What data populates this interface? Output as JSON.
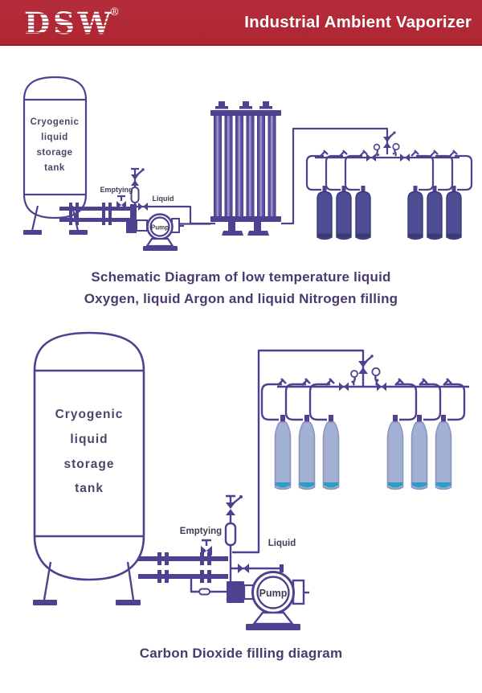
{
  "header": {
    "logo_text": "DSW",
    "registered_mark": "®",
    "title": "Industrial Ambient Vaporizer",
    "bg_color": "#b02633",
    "text_color": "#ffffff"
  },
  "colors": {
    "diagram_line": "#4f4090",
    "tank_text": "#4b4569",
    "label_text": "#3e3d52",
    "caption_text": "#4a3a70",
    "cylinder_dark_fill": "#4e4d93",
    "cylinder_dark_bottom": "#3a3a73",
    "cylinder_light_fill": "#a2b0d3",
    "cylinder_light_bottom": "#2f9cc6",
    "vaporizer_fin": "#5d4f9e"
  },
  "diagram1": {
    "tank_label_lines": [
      "Cryogenic",
      "liquid",
      "storage",
      "tank"
    ],
    "emptying_label": "Emptying",
    "liquid_label": "Liquid",
    "pump_label": "Pump",
    "caption_line1": "Schematic Diagram of low temperature liquid",
    "caption_line2": "Oxygen, liquid Argon and liquid Nitrogen filling",
    "cylinder_count": 6
  },
  "diagram2": {
    "tank_label_lines": [
      "Cryogenic",
      "liquid",
      "storage",
      "tank"
    ],
    "emptying_label": "Emptying",
    "liquid_label": "Liquid",
    "pump_label": "Pump",
    "caption": "Carbon Dioxide filling diagram",
    "cylinder_count": 6
  }
}
